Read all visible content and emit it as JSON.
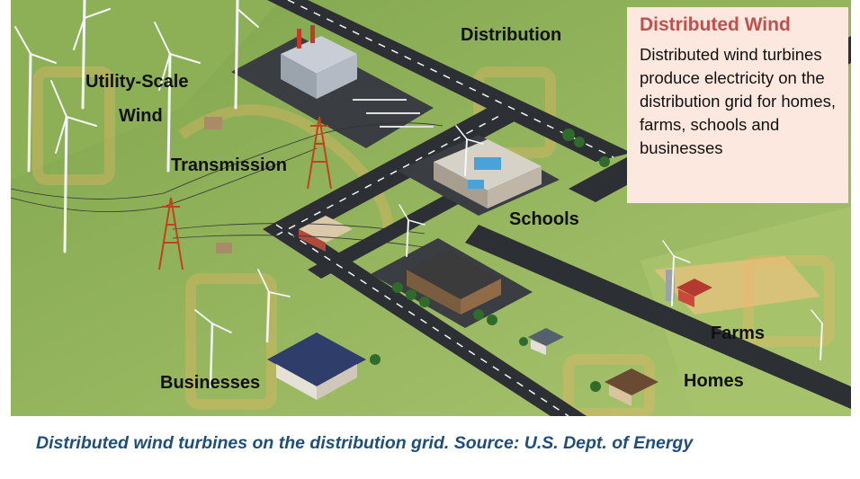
{
  "labels": {
    "utility_scale": "Utility-Scale",
    "wind": "Wind",
    "transmission": "Transmission",
    "distribution": "Distribution",
    "schools": "Schools",
    "businesses": "Businesses",
    "farms": "Farms",
    "homes": "Homes"
  },
  "callout": {
    "title": "Distributed Wind",
    "body": "Distributed wind turbines produce electricity on the distribution grid for homes, farms, schools and businesses"
  },
  "caption": "Distributed wind turbines on the distribution grid. Source: U.S. Dept. of Energy",
  "colors": {
    "ground": "#93b55a",
    "road": "#2c2f33",
    "callout_bg": "#fde8df",
    "callout_title": "#c0504d",
    "caption": "#1f4e79"
  }
}
